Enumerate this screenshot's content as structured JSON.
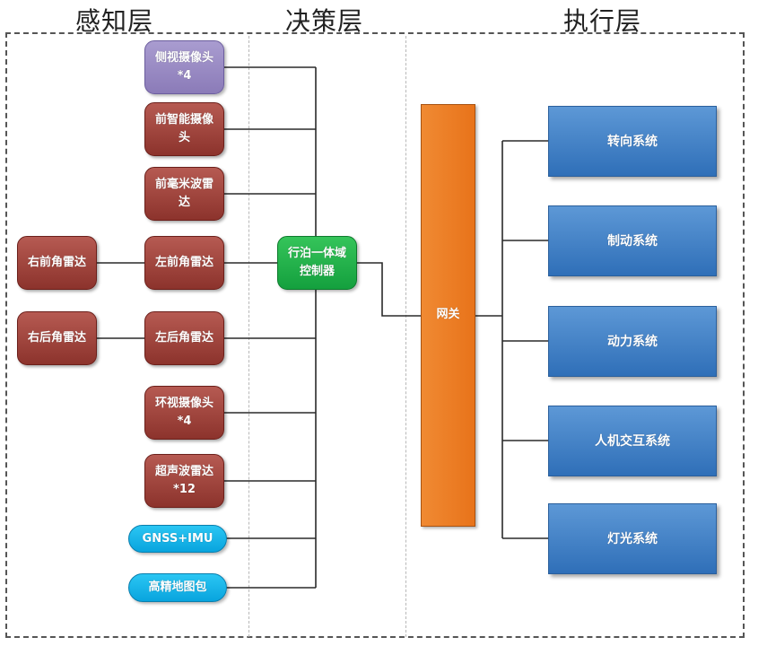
{
  "layers": {
    "perception": "感知层",
    "decision": "决策层",
    "execution": "执行层"
  },
  "sensors": [
    {
      "label": "侧视摄像头*4"
    },
    {
      "label": "前智能摄像头"
    },
    {
      "label": "前毫米波雷达"
    },
    {
      "label": "左前角雷达"
    },
    {
      "label": "左后角雷达"
    },
    {
      "label": "环视摄像头*4"
    },
    {
      "label": "超声波雷达*12"
    },
    {
      "label": "GNSS+IMU"
    },
    {
      "label": "高精地图包"
    }
  ],
  "outer_sensors": [
    {
      "label": "右前角雷达"
    },
    {
      "label": "右后角雷达"
    }
  ],
  "controller": {
    "label": "行泊一体域控制器"
  },
  "gateway": {
    "label": "网关"
  },
  "systems": [
    {
      "label": "转向系统"
    },
    {
      "label": "制动系统"
    },
    {
      "label": "动力系统"
    },
    {
      "label": "人机交互系统"
    },
    {
      "label": "灯光系统"
    }
  ],
  "colors": {
    "sensor_red": "#9e4038",
    "side_camera_lavender": "#9a8cc6",
    "gnss_cyan": "#12b3e8",
    "controller_green": "#1fae48",
    "gateway_orange": "#ed7d23",
    "system_blue": "#4682c8"
  }
}
